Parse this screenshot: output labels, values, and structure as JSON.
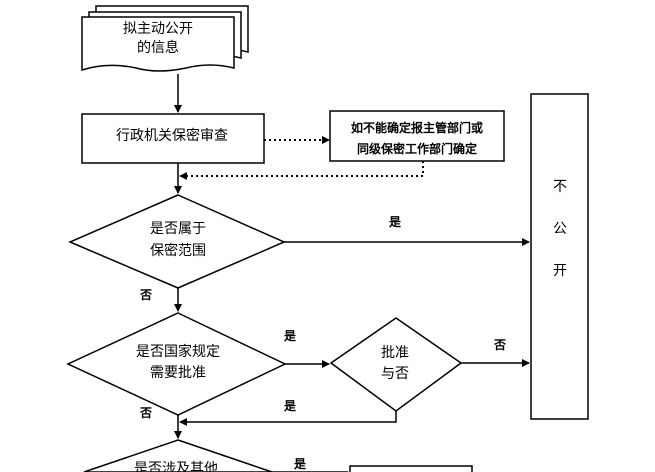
{
  "diagram": {
    "doc_node": {
      "line1": "拟主动公开",
      "line2": "的信息"
    },
    "review_box": {
      "label": "行政机关保密审查"
    },
    "consult_box": {
      "line1": "如不能确定报主管部门或",
      "line2": "同级保密工作部门确定"
    },
    "decision_secret": {
      "line1": "是否属于",
      "line2": "保密范围"
    },
    "decision_approval_required": {
      "line1": "是否国家规定",
      "line2": "需要批准"
    },
    "decision_approved": {
      "line1": "批准",
      "line2": "与否"
    },
    "decision_other": {
      "line1": "是否涉及其他"
    },
    "not_public_box": {
      "char1": "不",
      "char2": "公",
      "char3": "开"
    },
    "edge_labels": {
      "secret_yes": "是",
      "secret_no": "否",
      "approval_yes": "是",
      "approval_no": "否",
      "approved_no": "否",
      "approved_yes": "是",
      "other_yes": "是"
    },
    "colors": {
      "stroke": "#000000",
      "background": "#ffffff",
      "text": "#000000"
    }
  }
}
